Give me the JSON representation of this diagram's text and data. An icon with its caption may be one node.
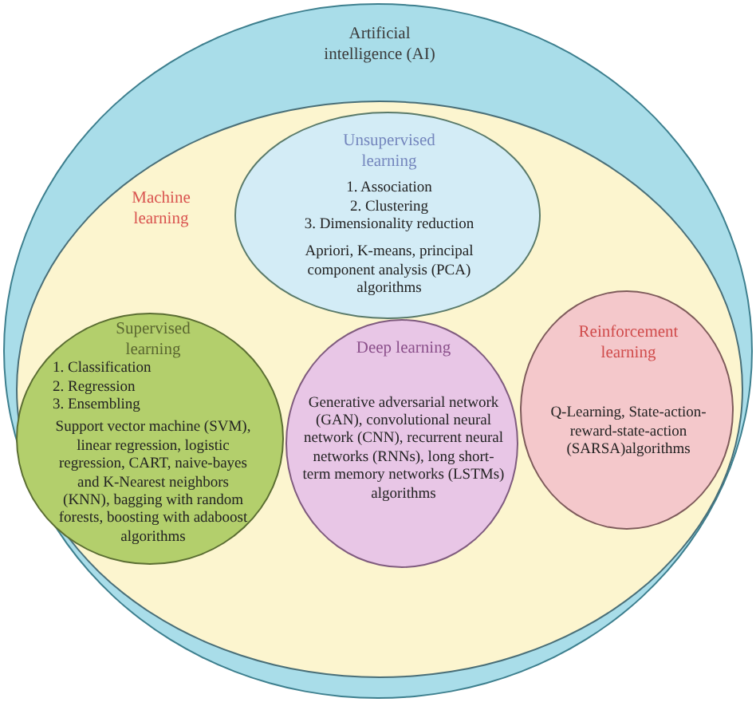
{
  "diagram": {
    "nodes": [
      {
        "text": [
          "Artificial intelligence (AI)"
        ]
      },
      {
        "text": [
          "Machine learning"
        ],
        "in": 0
      },
      {
        "text": [
          "Unsupervised learning",
          "1. Association",
          "2. Clustering",
          "3. Dimensionality reduction",
          "Apriori, K-means, principal component analysis (PCA) algorithms"
        ],
        "in": 1
      },
      {
        "text": [
          "Supervised learning",
          "1. Classification",
          "2. Regression",
          "3. Ensembling",
          "Support vector machine (SVM), linear regression, logistic regression, CART, naive-bayes and K-Nearest neighbors (KNN), bagging with random forests, boosting with adaboost algorithms"
        ],
        "in": 1
      },
      {
        "text": [
          "Deep learning",
          "Generative adversarial network (GAN), convolutional neural network (CNN), recurrent neural networks (RNNs), long short-term memory networks (LSTMs) algorithms"
        ],
        "in": 1
      },
      {
        "text": [
          "Reinforcement learning",
          "Q-Learning, State-action-reward-state-action (SARSA)algorithms"
        ],
        "in": 1
      }
    ]
  }
}
